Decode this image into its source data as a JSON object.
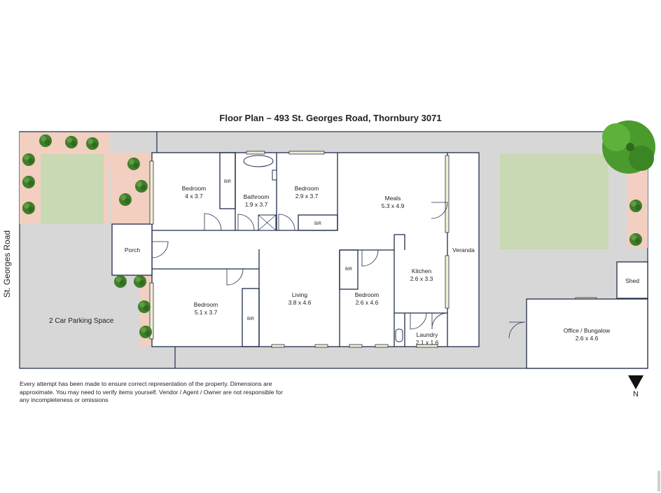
{
  "title": "Floor Plan – 493 St. Georges Road, Thornbury 3071",
  "street": "St. Georges Road",
  "parking": "2 Car Parking Space",
  "north": "N",
  "disclaimer": "Every attempt has been made to ensure correct representation of the property. Dimensions are approximate. You may need to verify items yourself. Vendor / Agent / Owner are not responsible for any incompleteness or omissions",
  "rooms": {
    "bedroom1": {
      "name": "Bedroom",
      "size": "4 x 3.7"
    },
    "bathroom": {
      "name": "Bathroom",
      "size": "1.9 x 3.7"
    },
    "bedroom2": {
      "name": "Bedroom",
      "size": "2.9 x 3.7"
    },
    "meals": {
      "name": "Meals",
      "size": "5.3 x 4.9"
    },
    "porch": {
      "name": "Porch"
    },
    "veranda": {
      "name": "Veranda"
    },
    "kitchen": {
      "name": "Kitchen",
      "size": "2.6 x 3.3"
    },
    "bedroom3": {
      "name": "Bedroom",
      "size": "5.1 x 3.7"
    },
    "living": {
      "name": "Living",
      "size": "3.8 x 4.6"
    },
    "bedroom4": {
      "name": "Bedroom",
      "size": "2.6 x 4.6"
    },
    "laundry": {
      "name": "Laundry",
      "size": "2.1 x 1.6"
    },
    "shed": {
      "name": "Shed"
    },
    "office": {
      "name": "Office / Bungalow",
      "size": "2.6 x 4.6"
    }
  },
  "bir": "BIR",
  "colors": {
    "wall": "#1f2d4a",
    "yard": "#d7d7d7",
    "lawn": "#c9d9b3",
    "garden": "#f2cfc0",
    "window": "#f3efd0",
    "plant": "#3f7d2c",
    "tree": "#4a9a2e"
  }
}
